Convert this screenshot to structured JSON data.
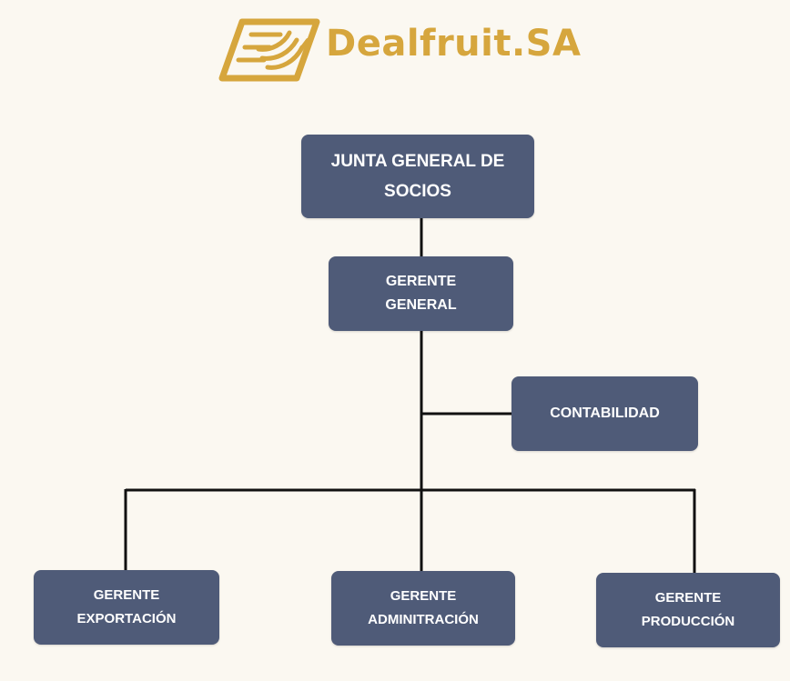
{
  "colors": {
    "background": "#fbf8f1",
    "node_fill": "#4f5b78",
    "node_text": "#ffffff",
    "connector": "#111111",
    "brand_gold": "#d6a63d"
  },
  "logo": {
    "icon": "banana-bunch-logo-icon",
    "text": "Dealfruit.SA"
  },
  "nodes": {
    "junta": {
      "line1": "JUNTA  GENERAL DE",
      "line2": "SOCIOS"
    },
    "gerente_general": {
      "line1": "GERENTE",
      "line2": "GENERAL"
    },
    "contabilidad": {
      "label": "CONTABILIDAD"
    },
    "exportacion": {
      "line1": "GERENTE",
      "line2": "EXPORTACIÓN"
    },
    "administracion": {
      "line1": "GERENTE",
      "line2": "ADMINITRACIÓN"
    },
    "produccion": {
      "line1": "GERENTE",
      "line2": "PRODUCCIÓN"
    }
  }
}
